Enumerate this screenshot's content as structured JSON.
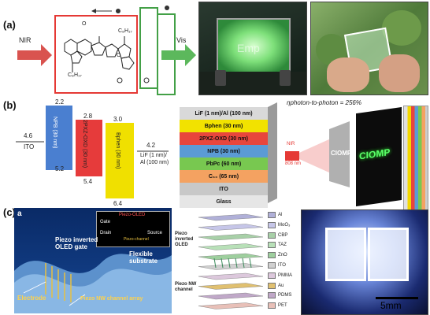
{
  "panel_labels": {
    "a": "(a)",
    "b": "(b)",
    "c": "(c)"
  },
  "panel_a": {
    "nir_label": "NIR",
    "vis_label": "Vis",
    "sub_top": "C₈H₁₇",
    "sub_bottom": "C₈H₁₇",
    "screen_text": "Emp",
    "colors": {
      "nir_arrow": "#d9534f",
      "vis_arrow": "#5cb85c",
      "red_box": "#e53935",
      "green_box": "#43a047"
    }
  },
  "panel_b": {
    "levels": {
      "ito_top": "4.6",
      "npb_top": "2.2",
      "npb_bot": "5.2",
      "pxz_top": "2.8",
      "pxz_bot": "5.4",
      "bphen_top": "3.0",
      "bphen_bot": "6.4",
      "lif_top": "4.2"
    },
    "ito_label": "ITO",
    "lif_label_1": "LiF (1 nm)/",
    "lif_label_2": "Al (100 nm)",
    "npb_label": "NPB (30 nm)",
    "pxz_label": "2PXZ-OXD (30 nm)",
    "bphen_label": "Bphen (30 nm)",
    "stack": [
      {
        "label": "LiF (1 nm)/Al (100 nm)",
        "color": "#d9d9d9"
      },
      {
        "label": "Bphen (30 nm)",
        "color": "#f2e200"
      },
      {
        "label": "2PXZ-OXD (30 nm)",
        "color": "#e8463c"
      },
      {
        "label": "NPB (30 nm)",
        "color": "#5b9bd5"
      },
      {
        "label": "PbPc (60 nm)",
        "color": "#78c850"
      },
      {
        "label": "C₆₀ (65 nm)",
        "color": "#f4a261"
      },
      {
        "label": "ITO",
        "color": "#c8c8c8"
      },
      {
        "label": "Glass",
        "color": "#e6e6e6"
      }
    ],
    "efficiency": "ηphoton-to-photon = 256%",
    "nir_src": "NIR",
    "nir_wl": "808 nm",
    "device_text": "CIOMP",
    "screen_text": "CIOMP"
  },
  "panel_c": {
    "sub_a": "a",
    "title": "Piezo inverted OLED gate",
    "flexible": "Flexible substrate",
    "electrode": "Electrode",
    "nw": "Piezo NW channel array",
    "inset_title": "Piezo-OLED",
    "inset_drain": "Drain",
    "inset_source": "Source",
    "inset_gate": "Gate",
    "inset_channel": "Piezo-channel",
    "oled_group": "Piezo inverted OLED",
    "nw_group": "Piezo NW channel",
    "legend": [
      "Al",
      "MoO₃",
      "CBP",
      "TAZ",
      "ZnO",
      "ITO",
      "PMMA",
      "Au",
      "PDMS",
      "PET"
    ],
    "legend_colors": [
      "#b0b0d8",
      "#c6c6e8",
      "#a8d0a8",
      "#b8e0b8",
      "#9ecf9e",
      "#d0d0d0",
      "#dcc8dc",
      "#e0c070",
      "#c0a8c8",
      "#e8c0b8"
    ],
    "scale_bar": "5mm"
  }
}
